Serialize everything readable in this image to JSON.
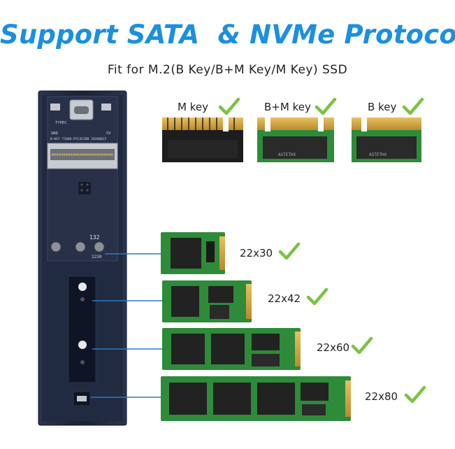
{
  "header": {
    "title": "Support SATA  & NVMe Protocol",
    "subtitle": "Fit for M.2(B Key/B+M Key/M Key) SSD"
  },
  "keys": [
    {
      "label": "M key"
    },
    {
      "label": "B+M key"
    },
    {
      "label": "B key"
    }
  ],
  "sizes": [
    {
      "label": "22x30"
    },
    {
      "label": "22x42"
    },
    {
      "label": "22x60"
    },
    {
      "label": "22x80"
    }
  ],
  "enclosure": {
    "port_label": "TYPEC",
    "gnd_label": "GND",
    "v_label": "5V",
    "board_id": "B-KEY T1000-RTL9210B 20200825",
    "chip_label": "132",
    "size_marking": "2230"
  },
  "ssd_marking": "ASTETHX",
  "colors": {
    "accent": "#1b8fe0",
    "check": "#7cc242",
    "pcb": "#2e8b3a",
    "enclosure": "#1c2538"
  }
}
